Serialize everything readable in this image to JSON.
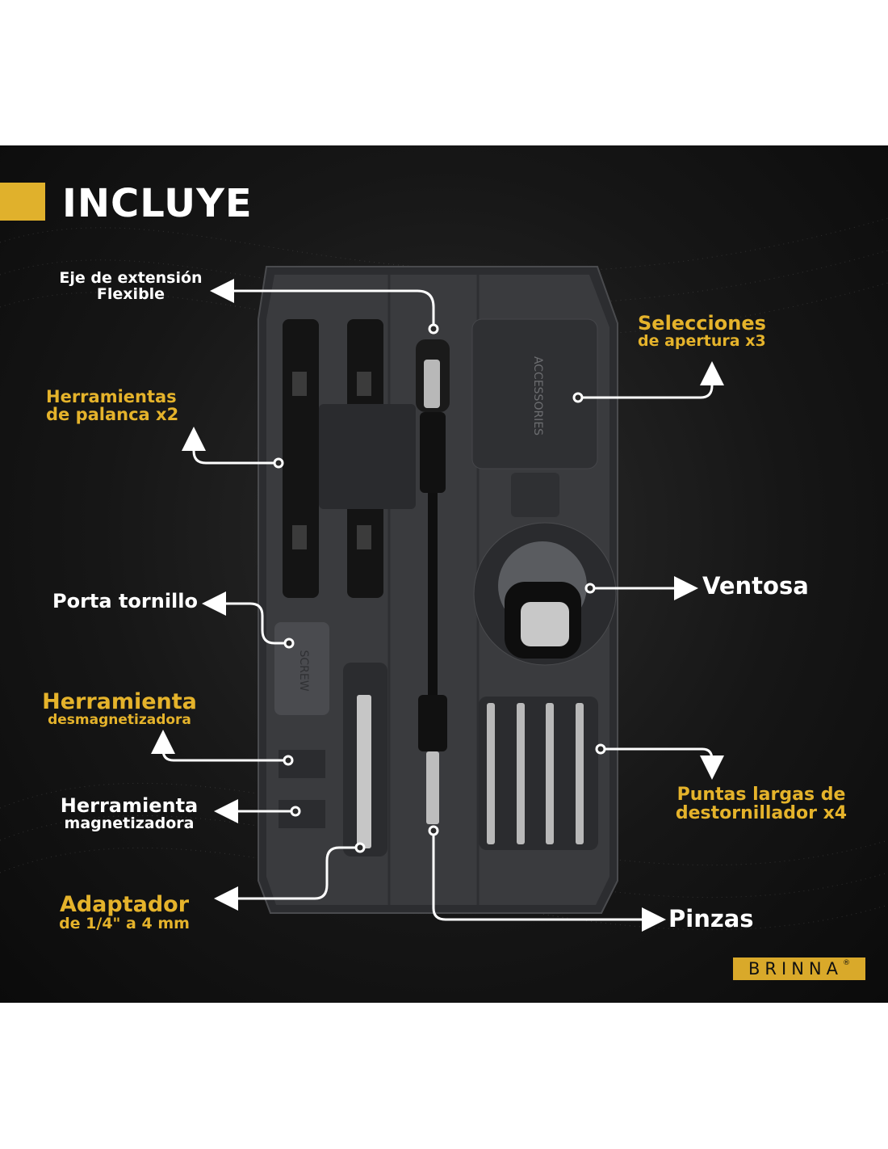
{
  "title": "INCLUYE",
  "brand": "BRINNA",
  "brand_mark": "®",
  "case_labels": {
    "accessories": "ACCESSORIES",
    "screw": "SCREW"
  },
  "labels": {
    "flex_shaft_1": "Eje de extensión",
    "flex_shaft_2": "Flexible",
    "pry_tools_1": "Herramientas",
    "pry_tools_2": "de palanca x2",
    "picks_1": "Selecciones",
    "picks_2": "de apertura x3",
    "screw_holder": "Porta tornillo",
    "suction_cup": "Ventosa",
    "demag_1": "Herramienta",
    "demag_2": "desmagnetizadora",
    "mag_1": "Herramienta",
    "mag_2": "magnetizadora",
    "long_bits_1": "Puntas largas de",
    "long_bits_2": "destornillador  x4",
    "adapter_1": "Adaptador",
    "adapter_2": "de 1/4\" a 4 mm",
    "tweezers": "Pinzas"
  },
  "colors": {
    "accent": "#e5b32b",
    "background": "#111111",
    "case": "#3a3b3e"
  }
}
